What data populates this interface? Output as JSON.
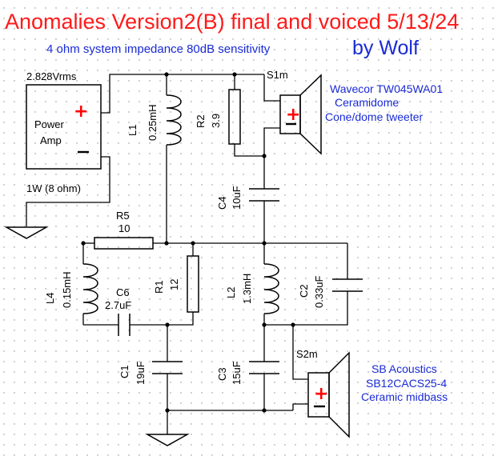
{
  "title": "Anomalies Version2(B) final and voiced 5/13/24",
  "subtitle": "4 ohm system impedance 80dB sensitivity",
  "author": "by Wolf",
  "source": {
    "voltage": "2.828Vrms",
    "label_line1": "Power",
    "label_line2": "Amp",
    "plus": "+",
    "minus": "−",
    "power": "1W (8 ohm)"
  },
  "components": {
    "L1": {
      "name": "L1",
      "value": "0.25mH"
    },
    "R2": {
      "name": "R2",
      "value": "3.9"
    },
    "C4": {
      "name": "C4",
      "value": "10uF"
    },
    "R5": {
      "name": "R5",
      "value": "10"
    },
    "L4": {
      "name": "L4",
      "value": "0.15mH"
    },
    "C6": {
      "name": "C6",
      "value": "2.7uF"
    },
    "R1": {
      "name": "R1",
      "value": "12"
    },
    "L2": {
      "name": "L2",
      "value": "1.3mH"
    },
    "C2": {
      "name": "C2",
      "value": "0.33uF"
    },
    "C1": {
      "name": "C1",
      "value": "19uF"
    },
    "C3": {
      "name": "C3",
      "value": "15uF"
    }
  },
  "tweeter": {
    "ref": "S1m",
    "line1": "Wavecor TW045WA01",
    "line2": "Ceramidome",
    "line3": "Cone/dome tweeter",
    "plus": "+",
    "minus": "−"
  },
  "midbass": {
    "ref": "S2m",
    "line1": "SB Acoustics",
    "line2": "SB12CACS25-4",
    "line3": "Ceramic midbass",
    "plus": "+",
    "minus": "−"
  },
  "colors": {
    "title": "#ff1a1a",
    "annotation": "#1a2bd6",
    "polarity": "#ff0000",
    "wire": "#000000"
  }
}
